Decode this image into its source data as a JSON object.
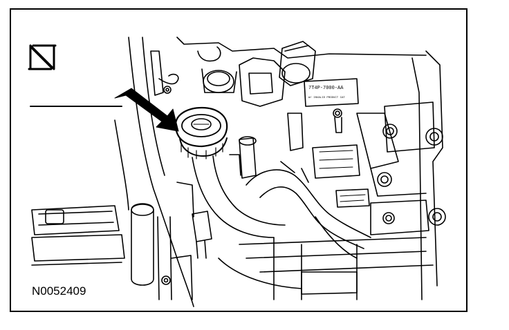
{
  "figure": {
    "reference_code": "N0052409",
    "label_part_number": "7T4P-7000-AA",
    "label_line2": "W/ INVALID PRODUCT CAT",
    "orientation_symbol": "N"
  },
  "colors": {
    "ink": "#000000",
    "paper": "#ffffff"
  },
  "callout": {
    "type": "arrow",
    "points_to": "transmission-fluid-filler-cap"
  }
}
